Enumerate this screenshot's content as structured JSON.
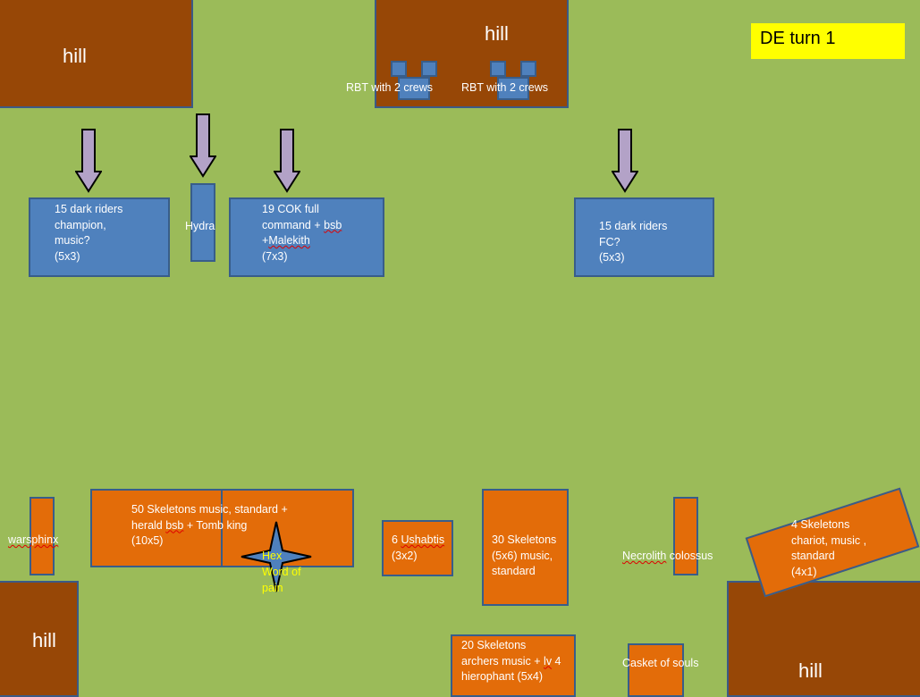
{
  "turn_label": "DE turn 1",
  "hills": {
    "top_left": "hill",
    "top_center": "hill",
    "bottom_left": "hill",
    "bottom_right": "hill"
  },
  "rbt": {
    "left": "RBT with 2 crews",
    "right": "RBT with 2 crews"
  },
  "dark_elves": {
    "dark_riders_left": "15 dark riders\nchampion,\nmusic?\n(5x3)",
    "hydra": "Hydra",
    "cok_line1": "19 COK full\ncommand + ",
    "cok_bsb": "bsb",
    "cok_line2_pre": "\n+",
    "cok_malekith": "Malekith",
    "cok_line3": "\n(7x3)",
    "dark_riders_right": "15 dark riders\nFC?\n(5x3)"
  },
  "tomb_kings": {
    "warsphinx": "warsphinx",
    "skeletons_50_line1": "50 Skeletons  music,  standard +\nherald ",
    "skeletons_50_bsb": "bsb",
    "skeletons_50_line2": " + Tomb king\n(10x5)",
    "ushabtis_pre": "6 ",
    "ushabtis_name": "Ushabtis",
    "ushabtis_post": "\n(3x2)",
    "skeletons_30": "30 Skeletons\n(5x6) music,\nstandard",
    "necrolith": "Necrolith",
    "colossus": " colossus",
    "chariots": "4 Skeletons\nchariot, music ,\nstandard\n(4x1)",
    "archers_line1": "20 Skeletons\narchers music + ",
    "archers_lv": "lv",
    "archers_line2": " 4\nhierophant  (5x4)",
    "casket": "Casket of  souls"
  },
  "spell": {
    "hex": "Hex",
    "word": "Word of\npain"
  }
}
